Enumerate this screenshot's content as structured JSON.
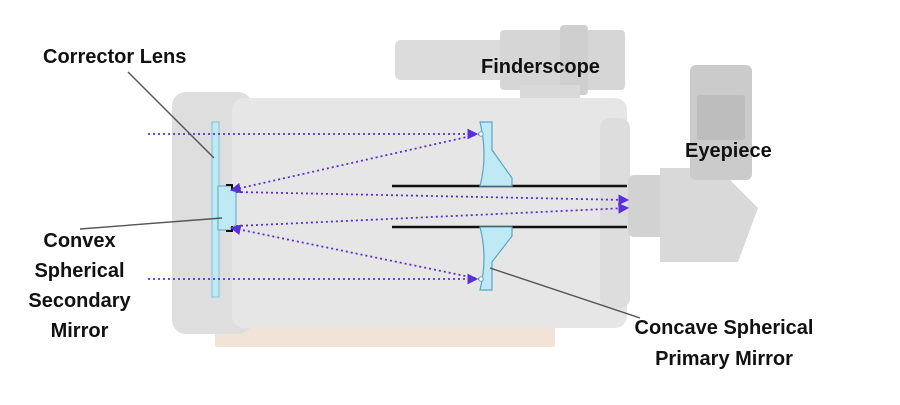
{
  "labels": {
    "corrector_lens": "Corrector Lens",
    "finderscope": "Finderscope",
    "eyepiece": "Eyepiece",
    "secondary_line1": "Convex",
    "secondary_line2": "Spherical",
    "secondary_line3": "Secondary",
    "secondary_line4": "Mirror",
    "primary_line1": "Concave Spherical",
    "primary_line2": "Primary Mirror"
  },
  "colors": {
    "light_ray": "#5b2fd6",
    "mirror_fill": "#bfe9f5",
    "mirror_stroke": "#5aa6c0",
    "tube_body": "#e6e6e6",
    "base_plate": "#f1e3d6",
    "leader_line": "#555555",
    "baffle_tube": "#111111"
  },
  "icons": {
    "telescope": "telescope-body-icon"
  }
}
